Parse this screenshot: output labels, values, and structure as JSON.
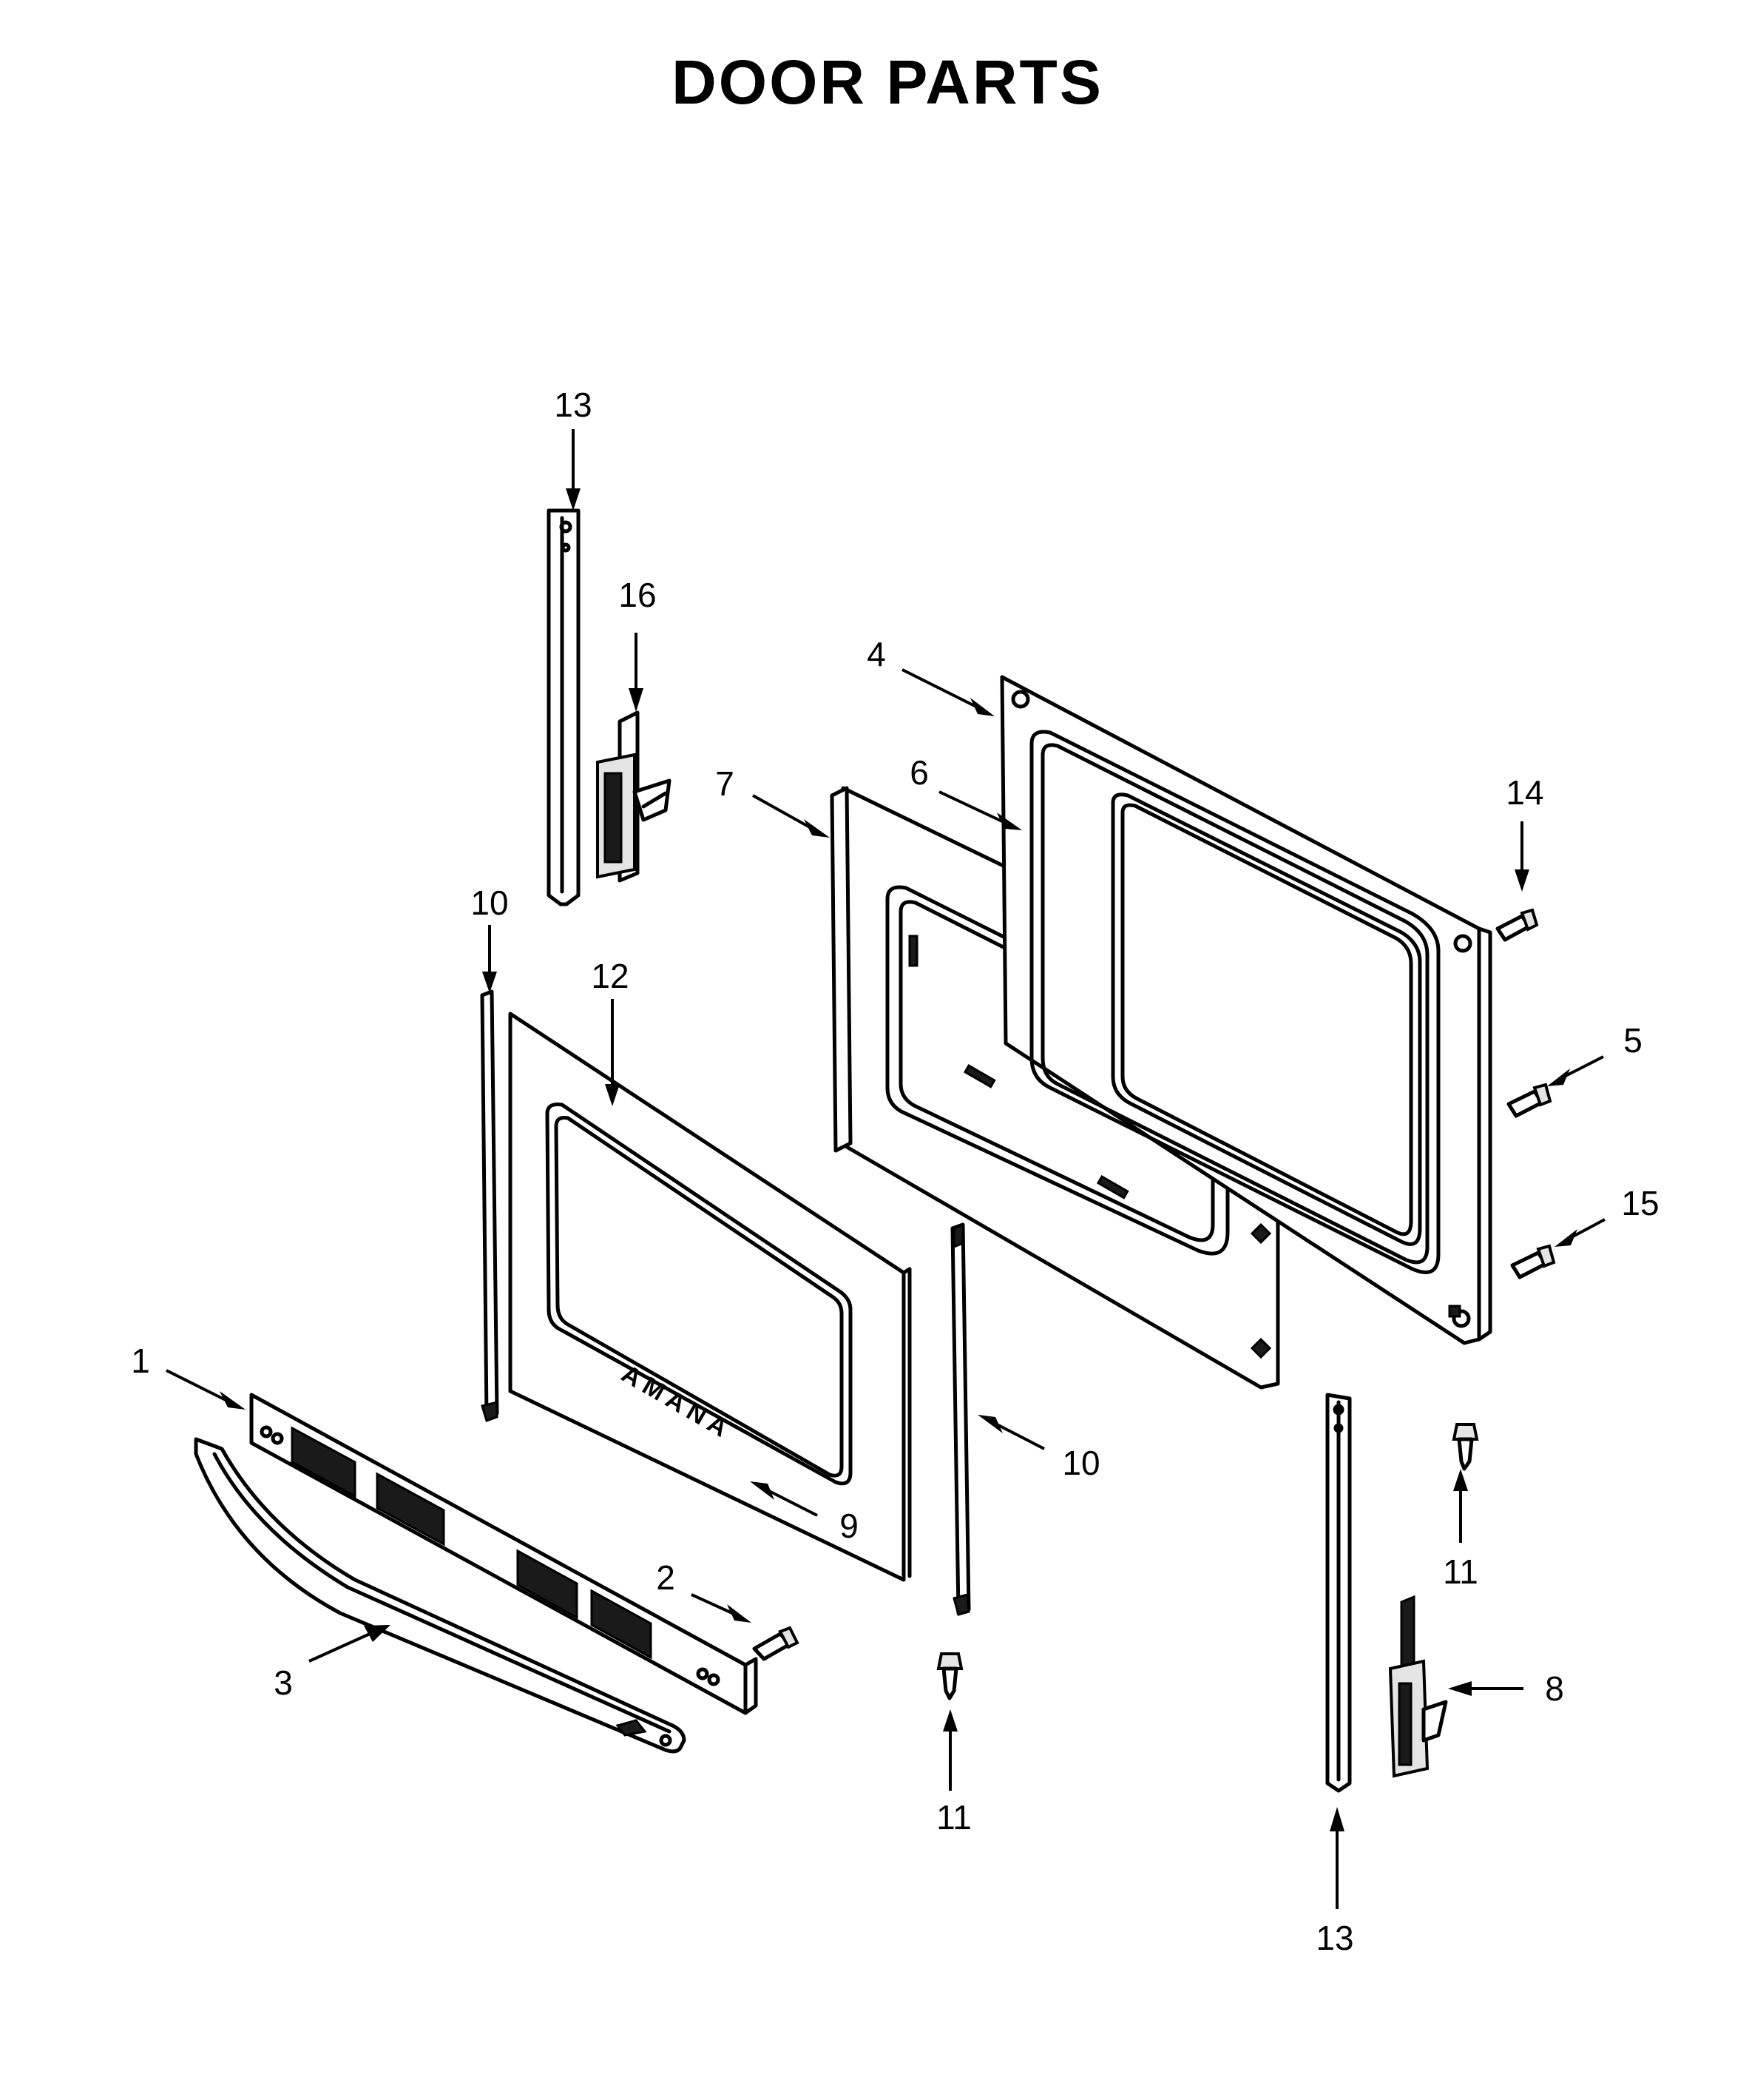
{
  "title": "DOOR PARTS",
  "brand_mark": "AMANA",
  "callouts": [
    {
      "id": "c1",
      "label": "1"
    },
    {
      "id": "c2",
      "label": "2"
    },
    {
      "id": "c3",
      "label": "3"
    },
    {
      "id": "c4",
      "label": "4"
    },
    {
      "id": "c5",
      "label": "5"
    },
    {
      "id": "c6",
      "label": "6"
    },
    {
      "id": "c7",
      "label": "7"
    },
    {
      "id": "c8",
      "label": "8"
    },
    {
      "id": "c9",
      "label": "9"
    },
    {
      "id": "c10a",
      "label": "10"
    },
    {
      "id": "c10b",
      "label": "10"
    },
    {
      "id": "c11a",
      "label": "11"
    },
    {
      "id": "c11b",
      "label": "11"
    },
    {
      "id": "c12",
      "label": "12"
    },
    {
      "id": "c13a",
      "label": "13"
    },
    {
      "id": "c13b",
      "label": "13"
    },
    {
      "id": "c14",
      "label": "14"
    },
    {
      "id": "c15",
      "label": "15"
    },
    {
      "id": "c16",
      "label": "16"
    }
  ]
}
